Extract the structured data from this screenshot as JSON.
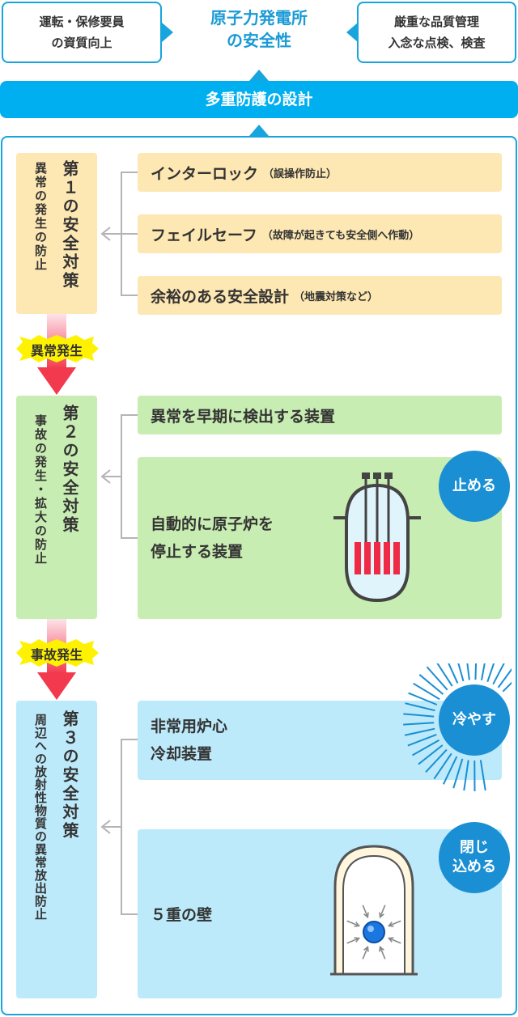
{
  "header": {
    "left_box": "運転・保修要員\nの資質向上",
    "title": "原子力発電所\nの安全性",
    "right_box": "厳重な品質管理\n入念な点検、検査"
  },
  "defense_banner": "多重防護の設計",
  "stage1": {
    "name": "第１の安全対策",
    "desc": "異常の発生の防止",
    "items": [
      {
        "main": "インターロック",
        "sub": "（誤操作防止）"
      },
      {
        "main": "フェイルセーフ",
        "sub": "（故障が起きても安全側へ作動）"
      },
      {
        "main": "余裕のある安全設計",
        "sub": "（地震対策など）"
      }
    ]
  },
  "event1": "異常発生",
  "stage2": {
    "name": "第２の安全対策",
    "desc": "事故の発生・拡大の防止",
    "item1": "異常を早期に検出する装置",
    "item2": "自動的に原子炉を\n停止する装置",
    "badge": "止める"
  },
  "event2": "事故発生",
  "stage3": {
    "name": "第３の安全対策",
    "desc": "周辺への放射性物質の異常放出防止",
    "item1": "非常用炉心\n冷却装置",
    "badge1": "冷やす",
    "item2": "５重の壁",
    "badge2": "閉じ\n込める"
  },
  "colors": {
    "blue": "#00aff0",
    "frame": "#18a4dc",
    "stage1": "#fde7b2",
    "stage2": "#c8edb2",
    "stage3": "#bdeafa",
    "badge": "#1a8fd3",
    "arrow": "#f2394e",
    "burst": "#fff200",
    "rod": "#ee2a45"
  }
}
